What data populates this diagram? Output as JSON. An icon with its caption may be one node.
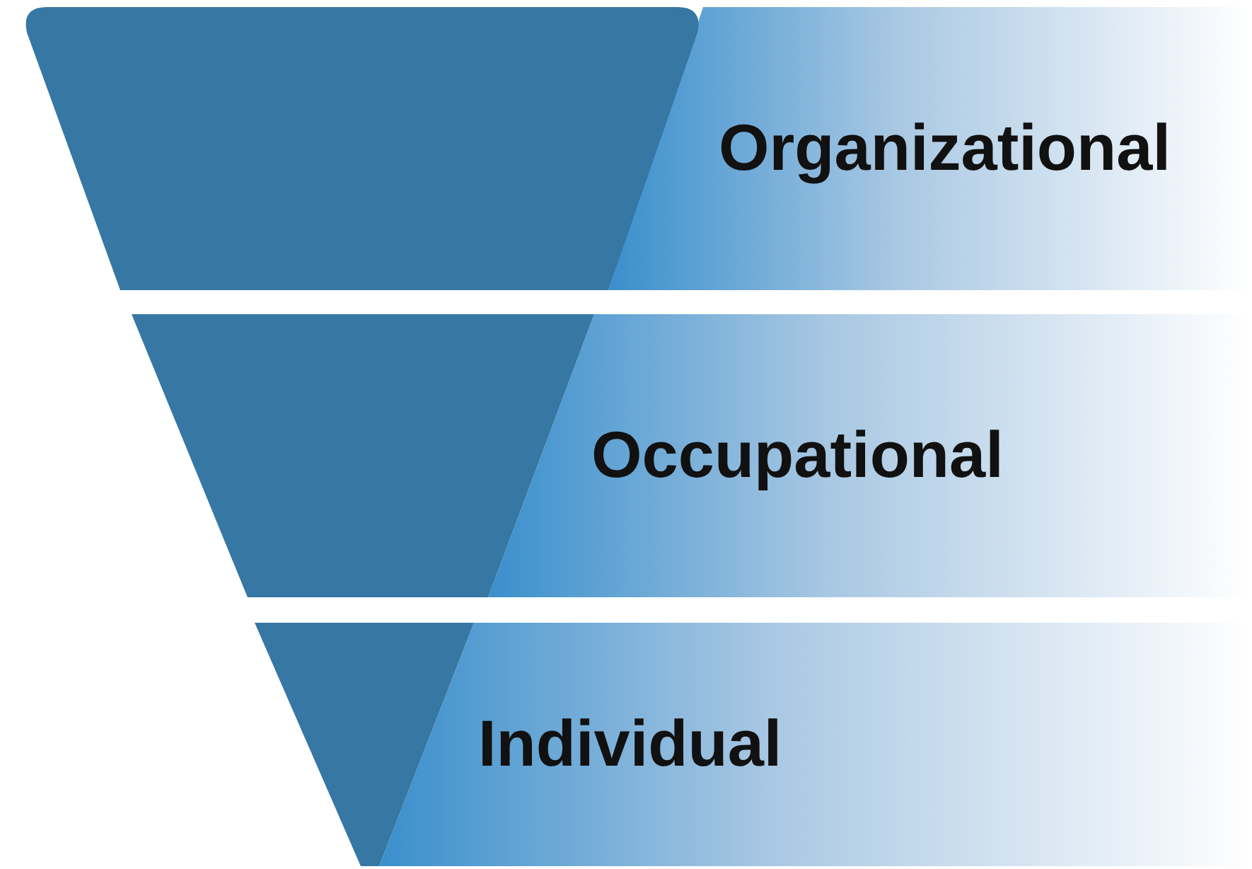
{
  "diagram": {
    "nodes": [
      {
        "text": [
          "Organizational"
        ]
      },
      {
        "text": [
          "Occupational"
        ]
      },
      {
        "text": [
          "Individual"
        ]
      }
    ]
  }
}
